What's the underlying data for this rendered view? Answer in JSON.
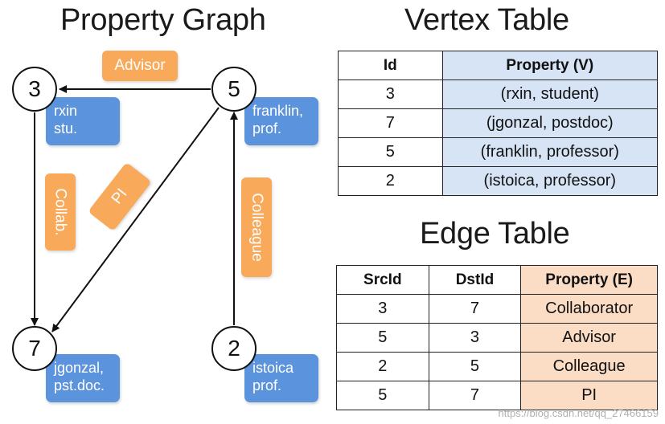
{
  "property_graph": {
    "title": "Property Graph",
    "vertices": [
      {
        "id": "3",
        "label": "rxin\nstu."
      },
      {
        "id": "5",
        "label": "franklin,\nprof."
      },
      {
        "id": "7",
        "label": "jgonzal,\npst.doc."
      },
      {
        "id": "2",
        "label": "istoica\nprof."
      }
    ],
    "edges": [
      {
        "src": "5",
        "dst": "3",
        "label": "Advisor"
      },
      {
        "src": "3",
        "dst": "7",
        "label": "Collab."
      },
      {
        "src": "5",
        "dst": "7",
        "label": "PI"
      },
      {
        "src": "2",
        "dst": "5",
        "label": "Colleague"
      }
    ]
  },
  "vertex_table": {
    "title": "Vertex Table",
    "headers": [
      "Id",
      "Property (V)"
    ],
    "rows": [
      [
        "3",
        "(rxin, student)"
      ],
      [
        "7",
        "(jgonzal, postdoc)"
      ],
      [
        "5",
        "(franklin, professor)"
      ],
      [
        "2",
        "(istoica, professor)"
      ]
    ]
  },
  "edge_table": {
    "title": "Edge Table",
    "headers": [
      "SrcId",
      "DstId",
      "Property (E)"
    ],
    "rows": [
      [
        "3",
        "7",
        "Collaborator"
      ],
      [
        "5",
        "3",
        "Advisor"
      ],
      [
        "2",
        "5",
        "Colleague"
      ],
      [
        "5",
        "7",
        "PI"
      ]
    ]
  },
  "watermark": "https://blog.csdn.net/qq_27466159",
  "colors": {
    "vertex_box": "#5b93dc",
    "edge_label": "#f9a95a",
    "vertex_col": "#d6e4f5",
    "edge_col": "#fbdcc4"
  }
}
